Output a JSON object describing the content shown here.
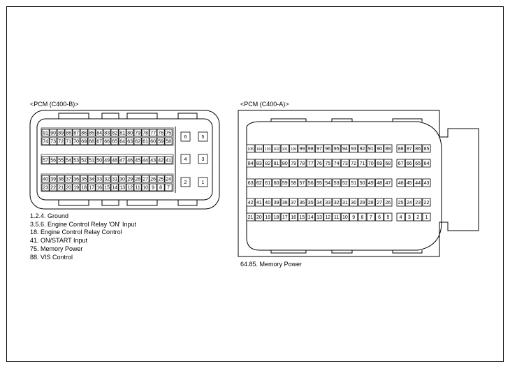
{
  "connector_b": {
    "title": "<PCM (C400-B)>",
    "rows": [
      [
        "91",
        "90",
        "89",
        "88",
        "87",
        "86",
        "85",
        "84",
        "83",
        "82",
        "81",
        "80",
        "79",
        "78",
        "77",
        "76",
        "75"
      ],
      [
        "74",
        "73",
        "72",
        "71",
        "70",
        "69",
        "68",
        "67",
        "66",
        "65",
        "64",
        "63",
        "62",
        "61",
        "60",
        "59",
        "58"
      ],
      [
        "57",
        "56",
        "55",
        "54",
        "53",
        "52",
        "51",
        "50",
        "49",
        "48",
        "47",
        "46",
        "45",
        "44",
        "43",
        "42",
        "41"
      ],
      [
        "40",
        "39",
        "38",
        "37",
        "36",
        "35",
        "34",
        "33",
        "32",
        "31",
        "30",
        "29",
        "28",
        "27",
        "26",
        "25",
        "24"
      ],
      [
        "23",
        "22",
        "21",
        "20",
        "19",
        "18",
        "17",
        "16",
        "15",
        "14",
        "13",
        "12",
        "11",
        "10",
        "9",
        "8",
        "7"
      ]
    ],
    "side_pins": [
      [
        "6",
        "5"
      ],
      [
        "4",
        "3"
      ],
      [
        "2",
        "1"
      ]
    ],
    "legend": [
      "1.2.4. Ground",
      "3.5.6. Engine Control Relay 'ON' Input",
      "18. Engine Control Relay Control",
      "41. ON/START Input",
      "75. Memory Power",
      "88. VIS Control"
    ]
  },
  "connector_a": {
    "title": "<PCM (C400-A)>",
    "rows": [
      {
        "left": [
          "105",
          "104",
          "103",
          "102",
          "101",
          "100",
          "99",
          "98",
          "97",
          "96",
          "95",
          "94",
          "93",
          "92",
          "91",
          "90",
          "89"
        ],
        "right": [
          "88",
          "87",
          "86",
          "85"
        ]
      },
      {
        "left": [
          "84",
          "83",
          "82",
          "81",
          "80",
          "79",
          "78",
          "77",
          "76",
          "75",
          "74",
          "73",
          "72",
          "71",
          "70",
          "69",
          "68"
        ],
        "right": [
          "67",
          "66",
          "65",
          "64"
        ]
      },
      {
        "left": [
          "63",
          "62",
          "61",
          "60",
          "59",
          "58",
          "57",
          "56",
          "55",
          "54",
          "53",
          "52",
          "51",
          "50",
          "49",
          "48",
          "47"
        ],
        "right": [
          "46",
          "45",
          "44",
          "43"
        ]
      },
      {
        "left": [
          "42",
          "41",
          "40",
          "39",
          "38",
          "37",
          "36",
          "35",
          "34",
          "33",
          "32",
          "31",
          "30",
          "29",
          "28",
          "27",
          "26"
        ],
        "right": [
          "25",
          "24",
          "23",
          "22"
        ]
      },
      {
        "left": [
          "21",
          "20",
          "19",
          "18",
          "17",
          "16",
          "15",
          "14",
          "13",
          "12",
          "11",
          "10",
          "9",
          "8",
          "7",
          "6",
          "5"
        ],
        "right": [
          "4",
          "3",
          "2",
          "1"
        ]
      }
    ],
    "legend": [
      "64.85. Memory Power"
    ]
  }
}
